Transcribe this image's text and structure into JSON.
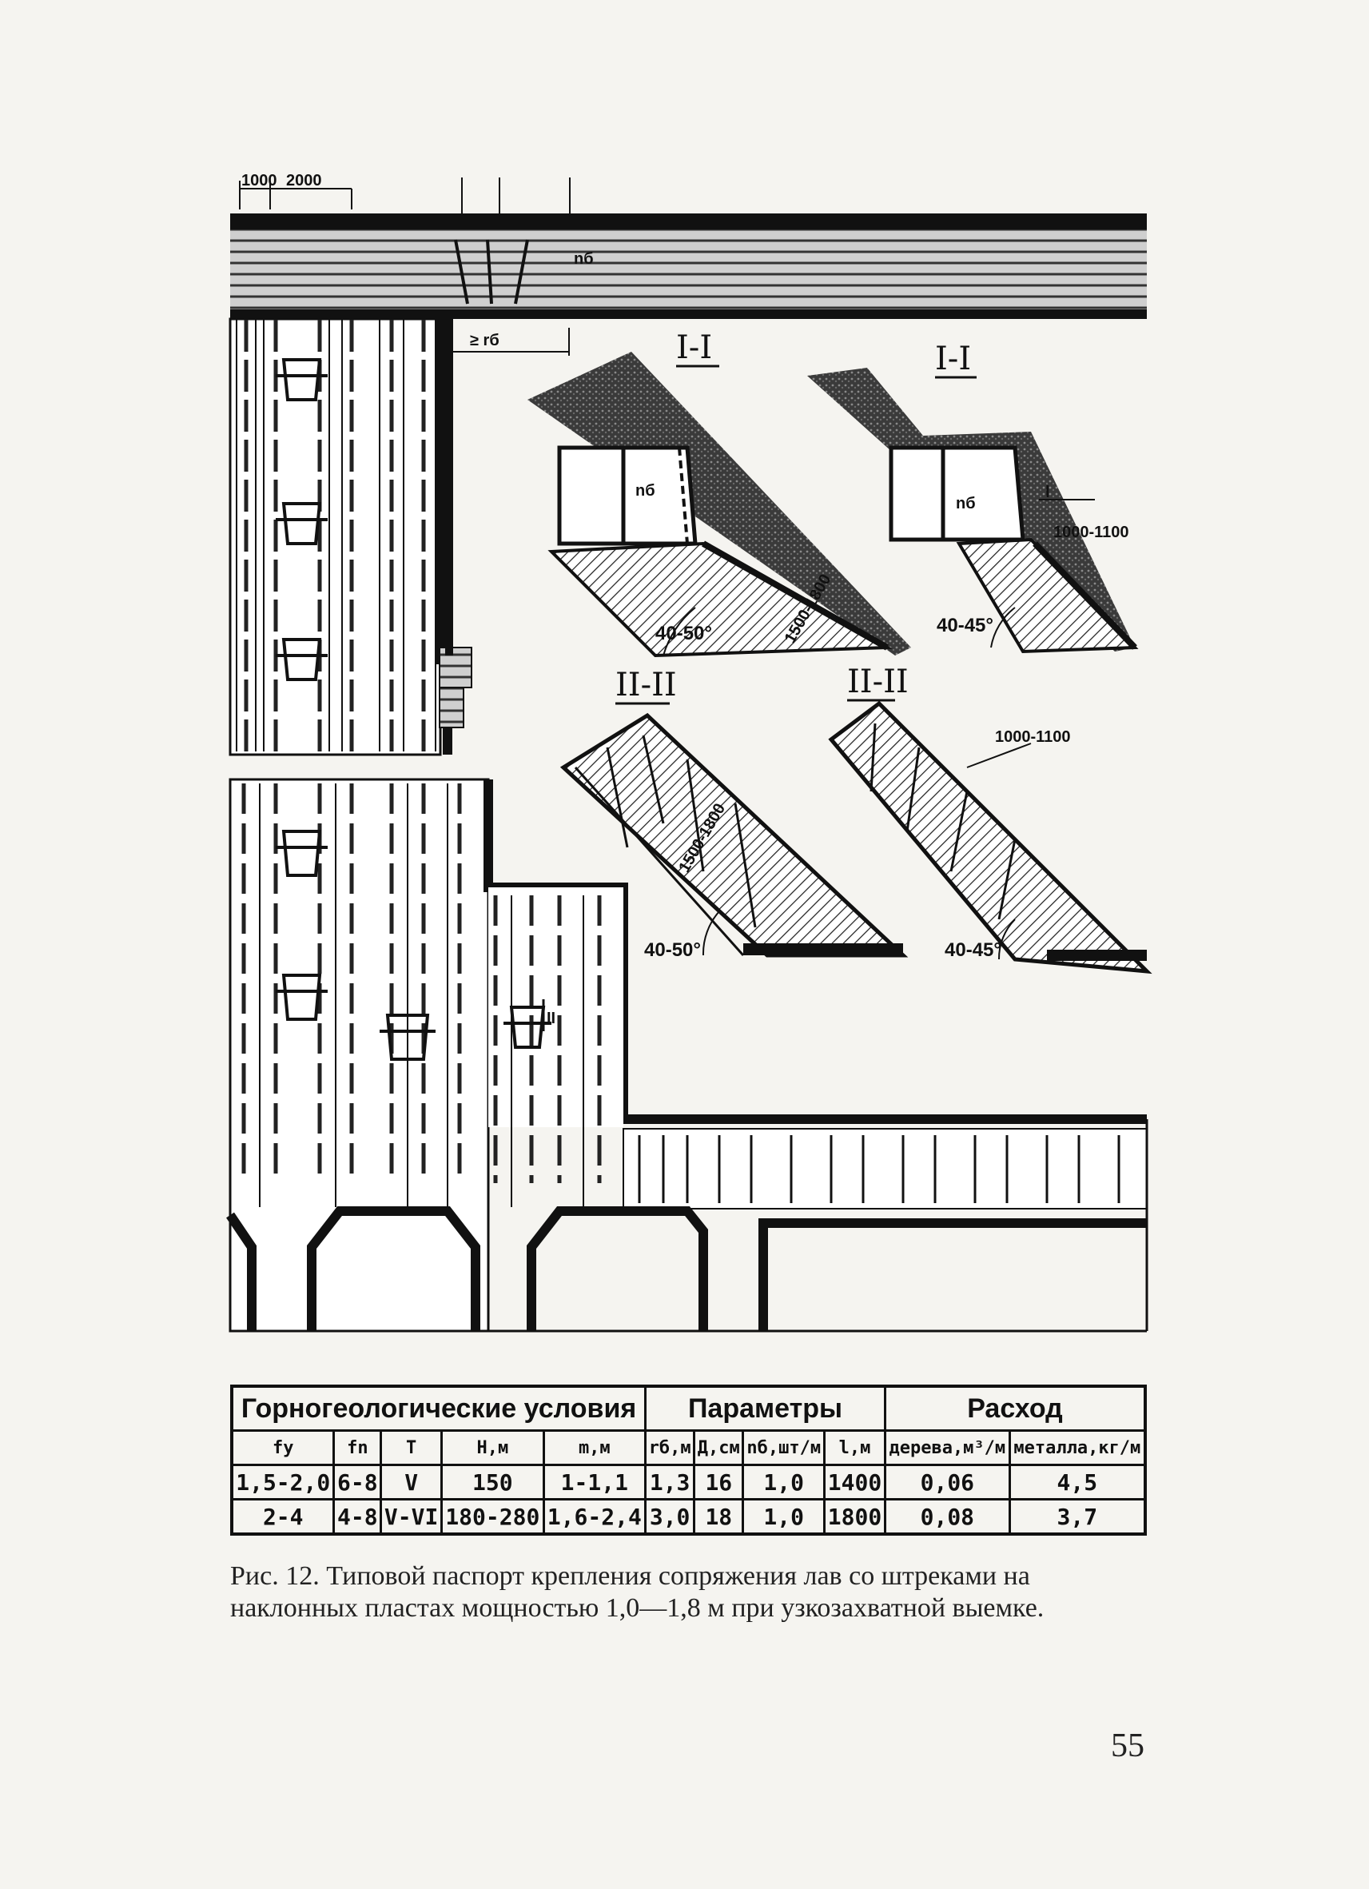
{
  "drawing": {
    "top_dimensions": [
      "1000",
      "2000"
    ],
    "radius_label": "≥ rб",
    "prop_label": "nб",
    "section_labels": [
      "I-I",
      "I-I",
      "II-II",
      "II-II",
      "II"
    ],
    "dimension_labels": [
      "1000-1100",
      "1000-1100",
      "1500-1800",
      "1500-1800",
      "l"
    ],
    "angle_labels": [
      "40-50°",
      "40-45°",
      "40-50°",
      "40-45°"
    ]
  },
  "table": {
    "group_headers": [
      "Горногеологические условия",
      "Параметры",
      "Расход"
    ],
    "column_headers": [
      "fу",
      "fn",
      "T",
      "Н,м",
      "m,м",
      "rб,м",
      "Д,см",
      "nб,шт/м",
      "l,м",
      "дерева,м³/м",
      "металла,кг/м"
    ],
    "rows": [
      [
        "1,5-2,0",
        "6-8",
        "V",
        "150",
        "1-1,1",
        "1,3",
        "16",
        "1,0",
        "1400",
        "0,06",
        "4,5"
      ],
      [
        "2-4",
        "4-8",
        "V-VI",
        "180-280",
        "1,6-2,4",
        "3,0",
        "18",
        "1,0",
        "1800",
        "0,08",
        "3,7"
      ]
    ]
  },
  "caption": {
    "line1": "Рис. 12. Типовой паспорт крепления сопряжения лав со штреками на",
    "line2": "наклонных пластах мощностью 1,0—1,8 м при узкозахватной выемке."
  },
  "page_number": "55"
}
